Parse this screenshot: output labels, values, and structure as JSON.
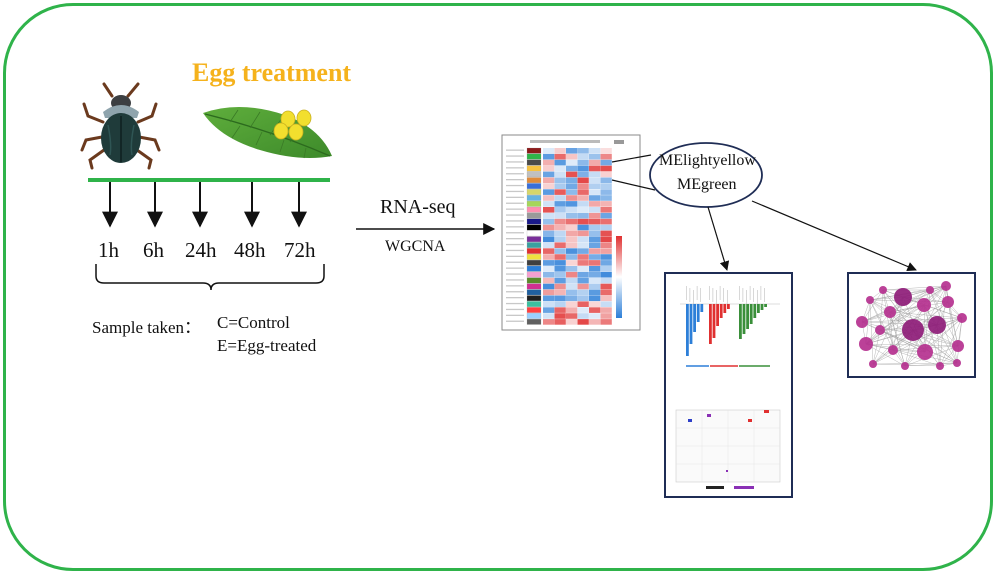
{
  "title": "Egg treatment",
  "timepoints": [
    "1h",
    "6h",
    "24h",
    "48h",
    "72h"
  ],
  "sample": {
    "prefix": "Sample taken：",
    "control": "C=Control",
    "egg": "E=Egg-treated"
  },
  "process": {
    "rnaseq": "RNA-seq",
    "wgcna": "WGCNA"
  },
  "modules": [
    "MElightyellow",
    "MEgreen"
  ],
  "colors": {
    "frame": "#2fb34a",
    "title": "#f5b21c",
    "timeline": "#2fb34a",
    "network_node": "#b5318f"
  },
  "icons": {
    "beetle": "beetle-icon",
    "leaf": "leaf-with-eggs-icon",
    "heatmap": "heatmap-thumbnail",
    "enrichment": "enrichment-chart-thumbnail",
    "network": "network-thumbnail"
  }
}
